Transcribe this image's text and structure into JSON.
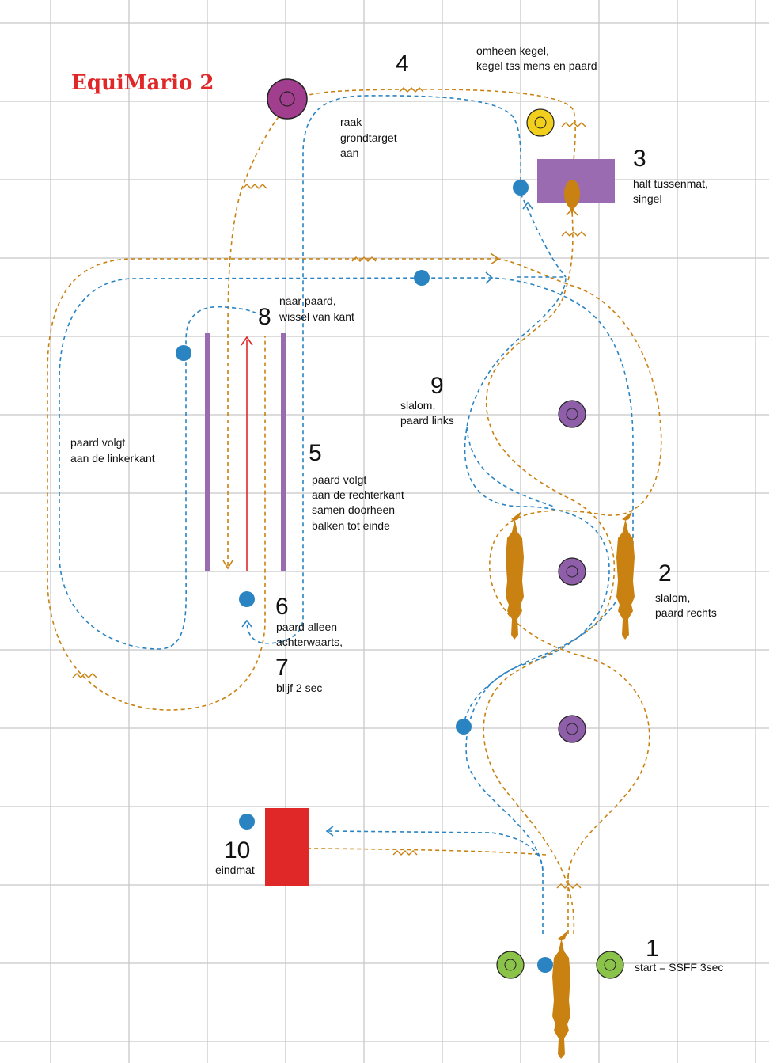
{
  "title": "EquiMario 2",
  "colors": {
    "grid": "#c8c8c8",
    "horse_route": "#c98212",
    "human_route": "#2a84c2",
    "title_red": "#e02828",
    "poles": "#9a6bb0",
    "middle_arrow": "#e02828",
    "cone_purple": "#8e5ea8",
    "target_magenta": "#a23e8e",
    "cone_yellow": "#f2cf1c",
    "cone_green": "#8ac24a",
    "halt_mat": "#9a6bb0",
    "end_mat": "#e02828",
    "horse": "#c98212"
  },
  "stations": [
    {
      "number": "1",
      "lines": [
        "start = SSFF 3sec"
      ]
    },
    {
      "number": "2",
      "lines": [
        "slalom,",
        "paard rechts"
      ]
    },
    {
      "number": "3",
      "lines": [
        "halt tussenmat,",
        "singel"
      ]
    },
    {
      "number": "4",
      "lines": [
        "omheen kegel,",
        "kegel tss mens en paard"
      ]
    },
    {
      "number": "5",
      "lines": [
        "paard volgt",
        "aan de rechterkant",
        "samen doorheen",
        "balken tot einde"
      ]
    },
    {
      "number": "6",
      "lines": [
        "paard alleen",
        "achterwaarts,"
      ]
    },
    {
      "number": "7",
      "lines": [
        "blijf 2 sec"
      ]
    },
    {
      "number": "8",
      "lines": [
        "naar paard,",
        "wissel van kant"
      ]
    },
    {
      "number": "9",
      "lines": [
        "slalom,",
        "paard links"
      ]
    },
    {
      "number": "10",
      "lines": [
        "eindmat"
      ]
    }
  ],
  "notes": {
    "target": [
      "raak",
      "grondtarget",
      "aan"
    ],
    "left_loop": [
      "paard volgt",
      "aan de linkerkant"
    ]
  },
  "icons": {
    "cone": "cone-icon",
    "ground_target": "ground-target-icon",
    "horse": "horse-icon",
    "handler": "handler-dot-icon"
  }
}
